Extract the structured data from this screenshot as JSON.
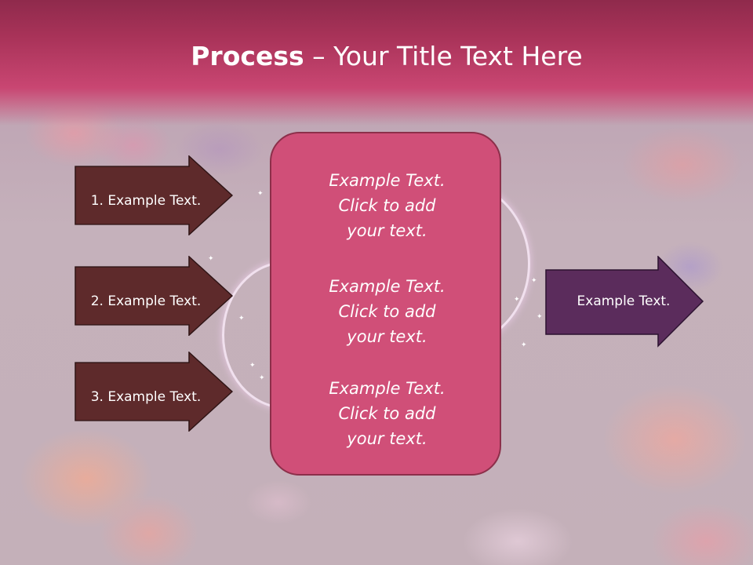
{
  "slide": {
    "title_bold": "Process",
    "title_rest": " – Your Title Text Here"
  },
  "left_steps": [
    {
      "label": "1. Example Text."
    },
    {
      "label": "2. Example Text."
    },
    {
      "label": "3. Example Text."
    }
  ],
  "center": {
    "paragraphs": [
      {
        "line1": "Example Text.",
        "line2": "Click  to add",
        "line3": "your text."
      },
      {
        "line1": "Example Text.",
        "line2": "Click  to add",
        "line3": "your text."
      },
      {
        "line1": "Example Text.",
        "line2": "Click  to add",
        "line3": "your text."
      }
    ]
  },
  "right_step": {
    "label": "Example Text."
  },
  "colors": {
    "header": "#c94672",
    "left_arrow_fill": "#5e2a2b",
    "center_box_fill": "#d04f78",
    "right_arrow_fill": "#5b2c5c",
    "text": "#ffffff"
  }
}
